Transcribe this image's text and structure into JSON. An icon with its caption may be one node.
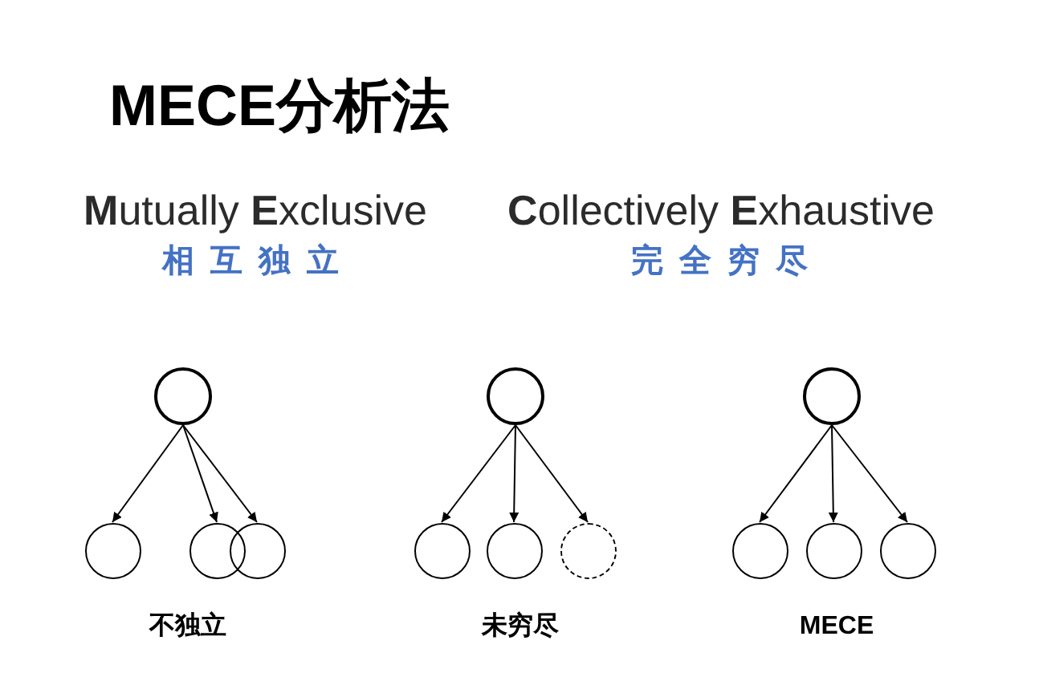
{
  "diagram": {
    "title": "MECE分析法",
    "nodes": [
      {
        "text": [],
        "shape": "circle"
      },
      {
        "text": [],
        "shape": "circle"
      },
      {
        "text": [],
        "shape": "circle"
      },
      {
        "text": [],
        "shape": "circle"
      },
      {
        "text": [],
        "shape": "circle"
      },
      {
        "text": [],
        "shape": "circle"
      },
      {
        "text": [],
        "shape": "circle"
      },
      {
        "text": [],
        "shape": "circle"
      },
      {
        "text": [],
        "shape": "circle"
      },
      {
        "text": [],
        "shape": "circle"
      },
      {
        "text": [],
        "shape": "circle"
      },
      {
        "text": [],
        "shape": "circle"
      }
    ],
    "edges": [
      {
        "from": 0,
        "to": 1,
        "arrow": "to"
      },
      {
        "from": 0,
        "to": 2,
        "arrow": "to"
      },
      {
        "from": 0,
        "to": 3,
        "arrow": "to"
      },
      {
        "from": 4,
        "to": 5,
        "arrow": "to"
      },
      {
        "from": 4,
        "to": 6,
        "arrow": "to"
      },
      {
        "from": 4,
        "to": 7,
        "arrow": "to"
      },
      {
        "from": 8,
        "to": 9,
        "arrow": "to"
      },
      {
        "from": 8,
        "to": 10,
        "arrow": "to"
      },
      {
        "from": 8,
        "to": 11,
        "arrow": "to"
      }
    ],
    "labels": [
      "**M**utually **E**xclusive",
      "相互独立",
      "**C**ollectively **E**xhaustive",
      "完全穷尽",
      "不独立",
      "未穷尽",
      "MECE"
    ]
  }
}
